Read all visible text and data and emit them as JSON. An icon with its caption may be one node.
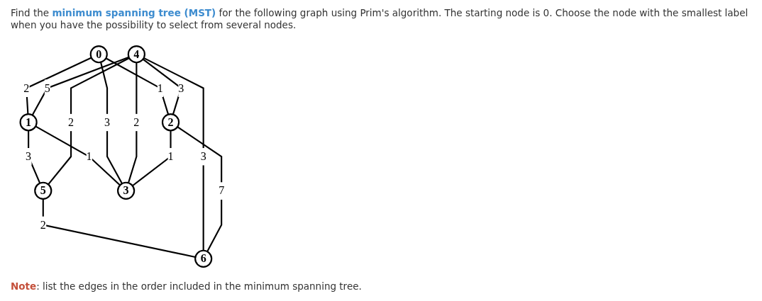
{
  "diagram": {
    "title": "Find the **minimum spanning tree (MST)** for the following graph using Prim's algorithm. The starting node is 0. Choose the node with the smallest label when you have the possibility to select from several nodes.",
    "nodes": [
      {
        "text": [
          "1"
        ]
      },
      {
        "text": [
          "5"
        ]
      },
      {
        "text": [
          "0"
        ]
      },
      {
        "text": [
          "3"
        ]
      },
      {
        "text": [
          "4"
        ]
      },
      {
        "text": [
          "6"
        ]
      },
      {
        "text": [
          "2"
        ]
      }
    ],
    "edges": [
      {
        "from": 0,
        "to": 1,
        "label": "3",
        "arrow": "none"
      },
      {
        "from": 2,
        "to": 0,
        "label": "2",
        "arrow": "none"
      },
      {
        "from": 0,
        "to": 3,
        "label": "1",
        "arrow": "none"
      },
      {
        "from": 4,
        "to": 0,
        "label": "5",
        "arrow": "none"
      },
      {
        "from": 4,
        "to": 1,
        "label": "2",
        "arrow": "none"
      },
      {
        "from": 2,
        "to": 3,
        "label": "3",
        "arrow": "none"
      },
      {
        "from": 4,
        "to": 3,
        "label": "2",
        "arrow": "none"
      },
      {
        "from": 1,
        "to": 5,
        "label": "2",
        "arrow": "none"
      },
      {
        "from": 2,
        "to": 6,
        "label": "1",
        "arrow": "none"
      },
      {
        "from": 6,
        "to": 3,
        "label": "1",
        "arrow": "none"
      },
      {
        "from": 4,
        "to": 6,
        "label": "3",
        "arrow": "none"
      },
      {
        "from": 4,
        "to": 5,
        "label": "3",
        "arrow": "none"
      },
      {
        "from": 6,
        "to": 5,
        "label": "7",
        "arrow": "none"
      }
    ],
    "labels": [
      "**Note**: list the edges in the order included in the minimum spanning tree."
    ]
  }
}
